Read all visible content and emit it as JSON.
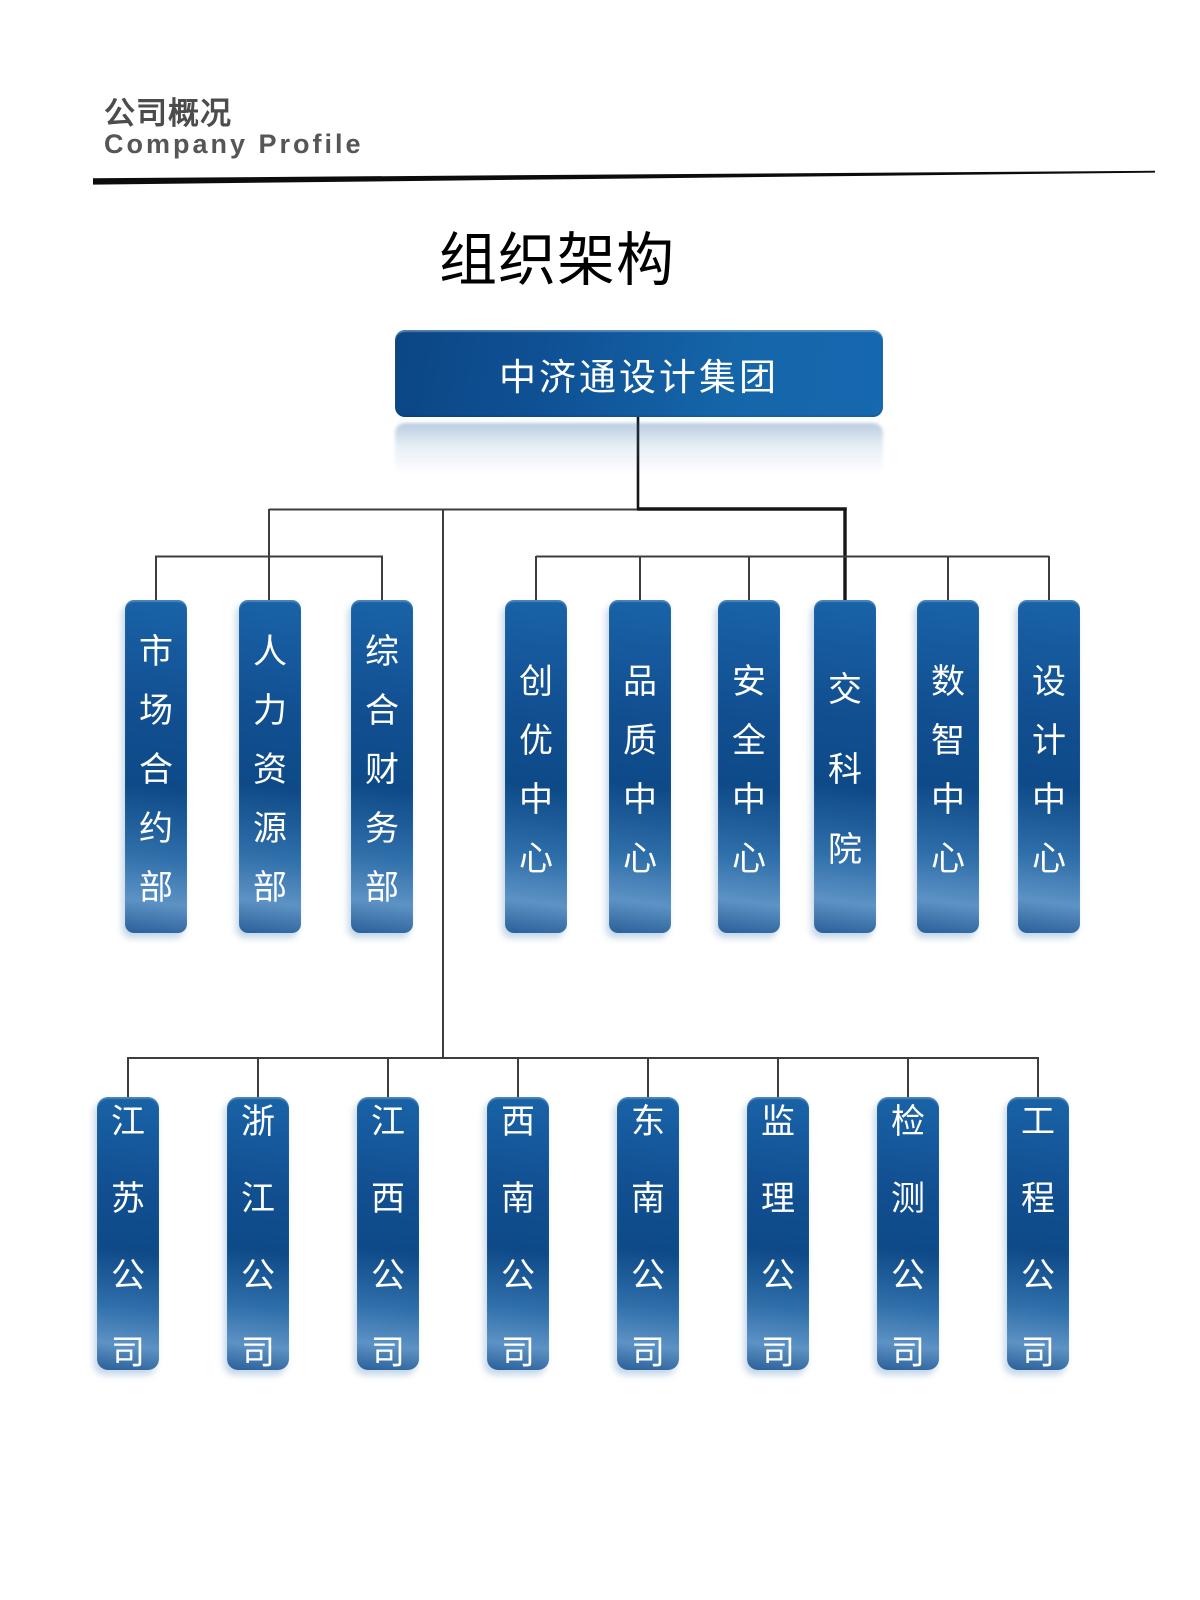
{
  "header": {
    "section_title_zh": "公司概况",
    "section_title_en": "Company Profile"
  },
  "page_title": "组织架构",
  "org_chart": {
    "root": {
      "label": "中济通设计集团"
    },
    "departments": [
      {
        "label": "市场合约部"
      },
      {
        "label": "人力资源部"
      },
      {
        "label": "综合财务部"
      }
    ],
    "centers": [
      {
        "label": "创优中心"
      },
      {
        "label": "品质中心"
      },
      {
        "label": "安全中心"
      },
      {
        "label": "交科院"
      },
      {
        "label": "数智中心"
      },
      {
        "label": "设计中心"
      }
    ],
    "subsidiaries": [
      {
        "label": "江苏公司"
      },
      {
        "label": "浙江公司"
      },
      {
        "label": "江西公司"
      },
      {
        "label": "西南公司"
      },
      {
        "label": "东南公司"
      },
      {
        "label": "监理公司"
      },
      {
        "label": "检测公司"
      },
      {
        "label": "工程公司"
      }
    ]
  },
  "colors": {
    "box_blue_main": "#1565a9",
    "box_blue_dark": "#0e4a88",
    "box_blue_deep": "#0b4684",
    "line_gray": "#3d3d3d",
    "line_black": "#161616",
    "header_text": "#4c4c4c"
  }
}
